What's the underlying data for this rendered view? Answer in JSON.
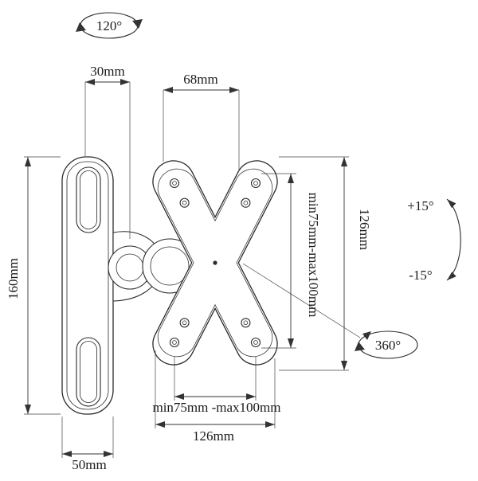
{
  "diagram": {
    "kind": "wall-mount-bracket-technical-drawing",
    "colors": {
      "line": "#2b2b2b",
      "dimension": "#333333",
      "background": "#ffffff"
    },
    "labels": {
      "swivel_angle": "120°",
      "depth_30": "30mm",
      "depth_68": "68mm",
      "height_160": "160mm",
      "vesa_vertical": "min75mm-max100mm",
      "plate_height": "126mm",
      "tilt_up": "+15°",
      "tilt_down": "-15°",
      "rotation": "360°",
      "vesa_horizontal": "min75mm -max100mm",
      "plate_width": "126mm",
      "base_width": "50mm"
    }
  }
}
